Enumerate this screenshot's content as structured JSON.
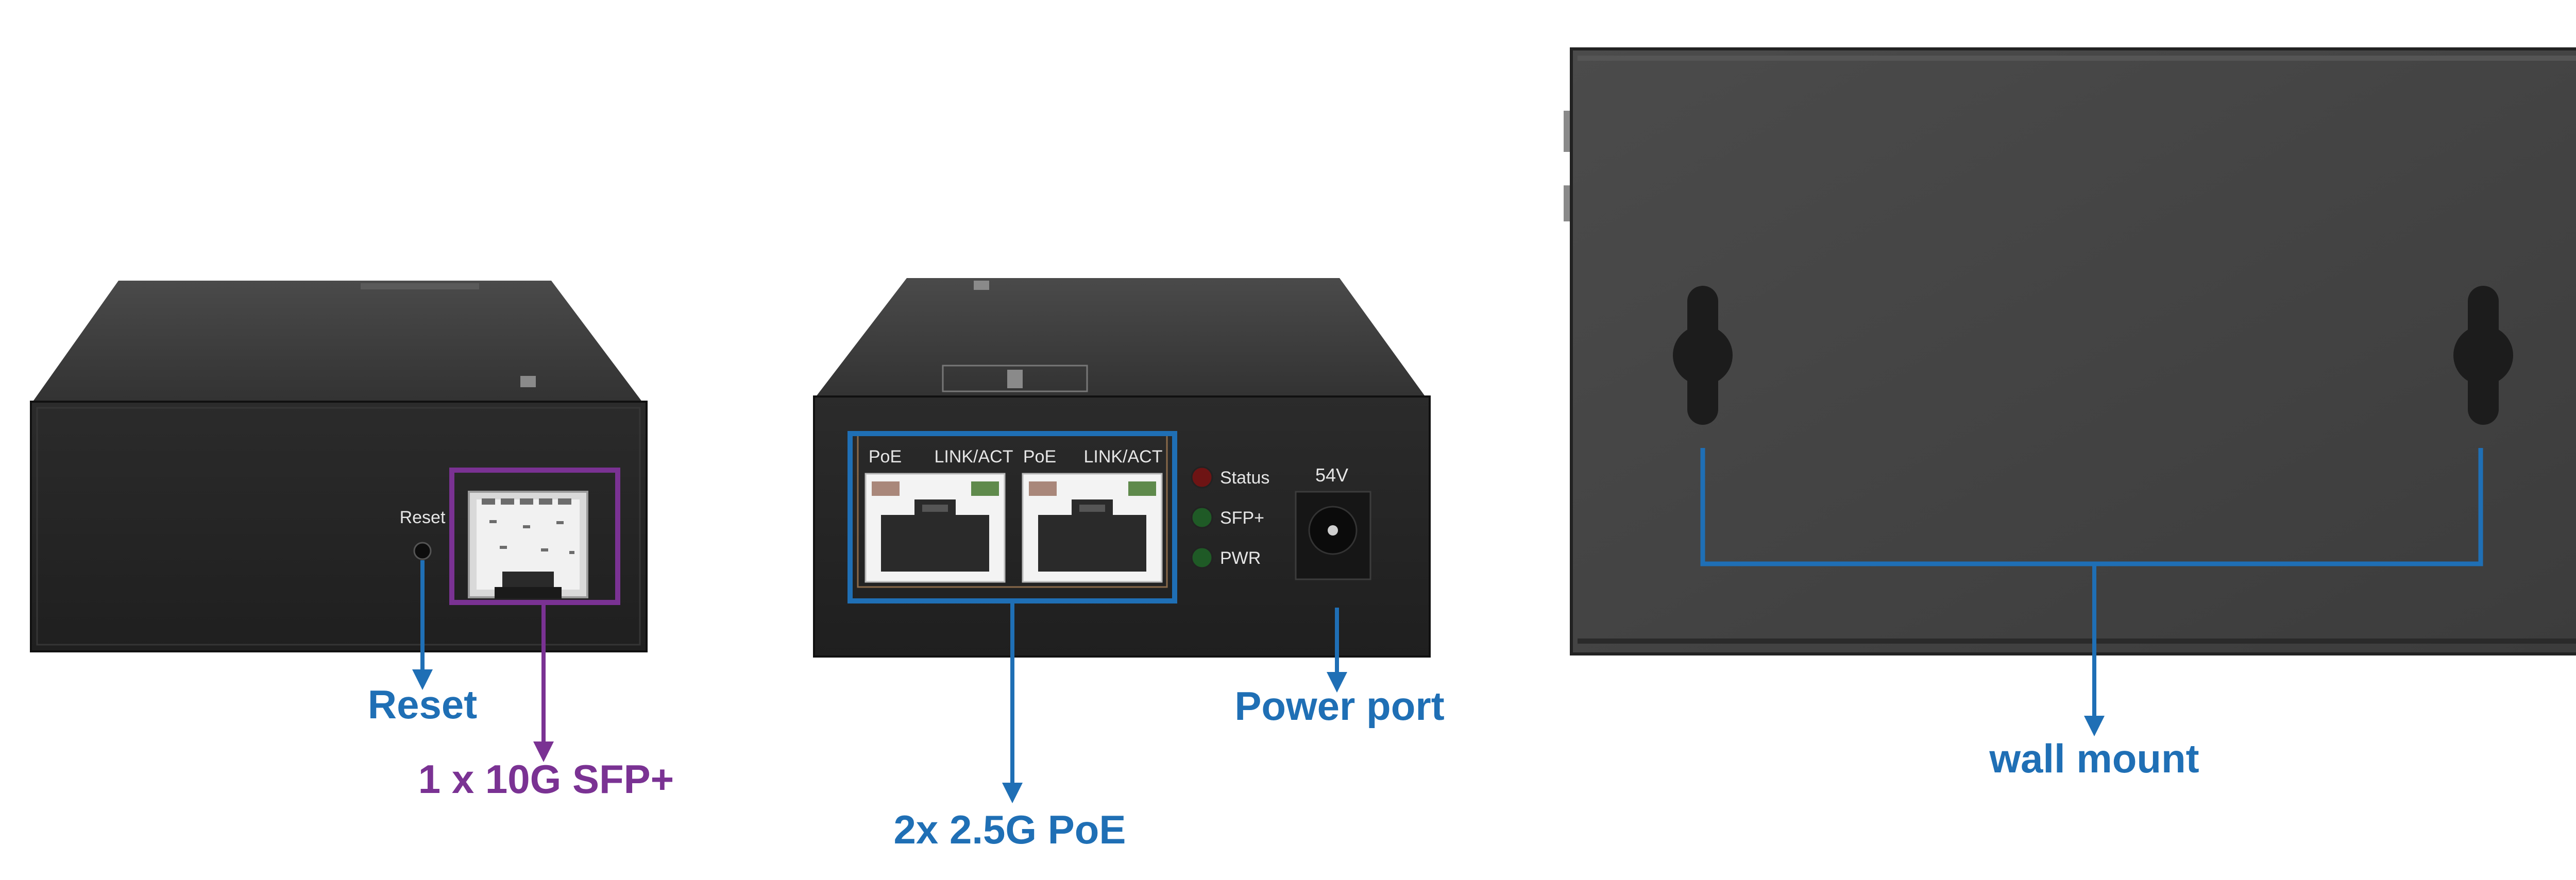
{
  "callouts": {
    "reset": "Reset",
    "sfp": "1 x 10G SFP+",
    "poe": "2x 2.5G PoE",
    "power": "Power port",
    "wall": "wall mount"
  },
  "panel_labels": {
    "reset": "Reset",
    "poe": "PoE",
    "link_act": "LINK/ACT",
    "status": "Status",
    "sfp": "SFP+",
    "pwr": "PWR",
    "voltage": "54V"
  },
  "colors": {
    "callout_blue": "#1f6fb5",
    "callout_purple": "#7a3293",
    "device_dark": "#3b3b3b",
    "device_face": "#262626"
  },
  "icons": [
    "rj45-port-icon",
    "sfp-cage-icon",
    "dc-jack-icon",
    "led-indicator-icon",
    "keyhole-slot-icon"
  ]
}
